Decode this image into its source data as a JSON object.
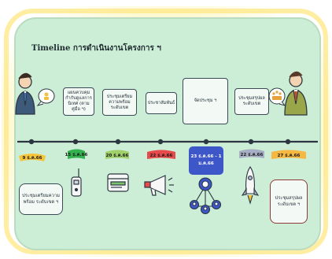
{
  "title": "Timeline การดำเนินงานโครงการ ฯ",
  "top_boxes": [
    "แผนควบคุมกำกับดูแลการนิเทศ (ตามคู่มือ ฯ)",
    "ประชุมเตรียมความพร้อมระดับเขต",
    "ประชาสัมพันธ์",
    "จัดประชุม ฯ",
    "ประชุมสรุปผลระดับเขต"
  ],
  "dates": [
    "9 ธ.ค.66",
    "15 ธ.ค.66",
    "20 ธ.ค.66",
    "22 ธ.ค.66",
    "23 ธ.ค.66 - 1 ม.ค.66",
    "22 ธ.ค.66",
    "27 ธ.ค.66"
  ],
  "bottom_left": "ประชุมเตรียมความพร้อม ระดับเขต ฯ",
  "bottom_right": "ประชุมสรุปผลระดับเขต ฯ",
  "person_badge_left": "ok",
  "person_badge_right": "ok",
  "colors": {
    "pill_yellow": "#f6c53a",
    "pill_green": "#33b24f",
    "pill_lightgreen": "#9fd06a",
    "pill_red": "#e64a4a",
    "pill_blue": "#3d56c8",
    "pill_gray": "#a8afc4",
    "pill_orange": "#f6b840",
    "border_red": "#8a3a3a",
    "card_bg": "#cdeed6",
    "glow": "#fff0a0"
  }
}
